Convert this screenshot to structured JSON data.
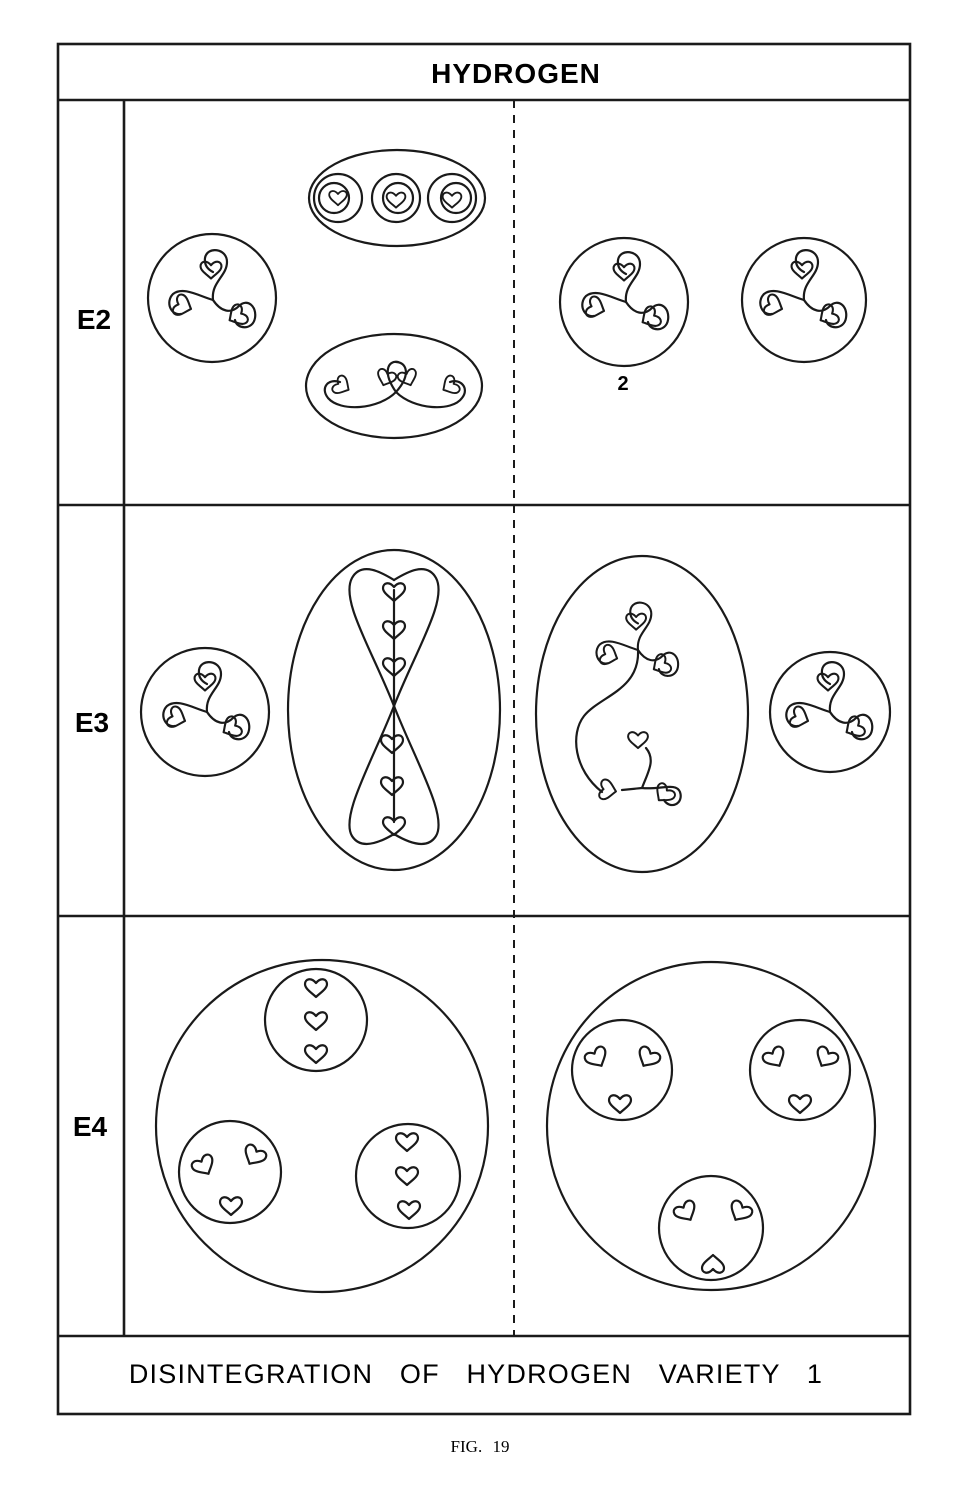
{
  "title": "HYDROGEN",
  "footer": "DISINTEGRATION OF HYDROGEN VARIETY 1",
  "figure_label": "FIG. 19",
  "rows": [
    {
      "label": "E2",
      "annotation": "2"
    },
    {
      "label": "E3"
    },
    {
      "label": "E4"
    }
  ]
}
